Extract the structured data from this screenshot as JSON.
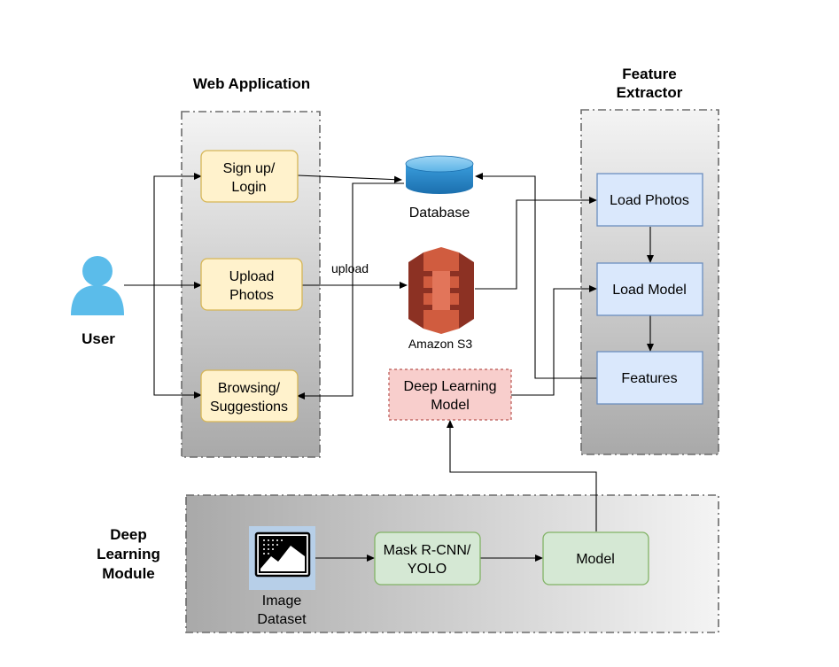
{
  "groups": {
    "web_application": "Web Application",
    "feature_extractor_line1": "Feature",
    "feature_extractor_line2": "Extractor",
    "deep_learning_line1": "Deep",
    "deep_learning_line2": "Learning",
    "deep_learning_line3": "Module"
  },
  "actor": {
    "user": "User"
  },
  "web_app": {
    "signup_line1": "Sign up/",
    "signup_line2": "Login",
    "upload_line1": "Upload",
    "upload_line2": "Photos",
    "browse_line1": "Browsing/",
    "browse_line2": "Suggestions"
  },
  "storage": {
    "database": "Database",
    "s3": "Amazon S3",
    "upload_edge_label": "upload"
  },
  "dl_model_box": {
    "line1": "Deep Learning",
    "line2": "Model"
  },
  "feature_extractor": {
    "load_photos": "Load Photos",
    "load_model": "Load Model",
    "features": "Features"
  },
  "dl_module": {
    "dataset_line1": "Image",
    "dataset_line2": "Dataset",
    "maskrcnn_line1": "Mask R-CNN/",
    "maskrcnn_line2": "YOLO",
    "model": "Model"
  },
  "colors": {
    "web_box_fill": "#fff2cc",
    "web_box_stroke": "#d6b656",
    "fe_box_fill": "#dae8fc",
    "fe_box_stroke": "#6c8ebf",
    "dl_box_fill": "#d5e8d4",
    "dl_box_stroke": "#82b366",
    "model_box_fill": "#f8cecc",
    "model_box_stroke": "#b85450",
    "user_icon": "#5bbcea",
    "db_icon": "#2a8fd1",
    "s3_icon": "#d05c3f",
    "dataset_icon_bg": "#b7cfe8"
  },
  "icons": {
    "user": "user-icon",
    "database": "database-icon",
    "s3": "amazon-s3-icon",
    "dataset": "image-icon"
  }
}
